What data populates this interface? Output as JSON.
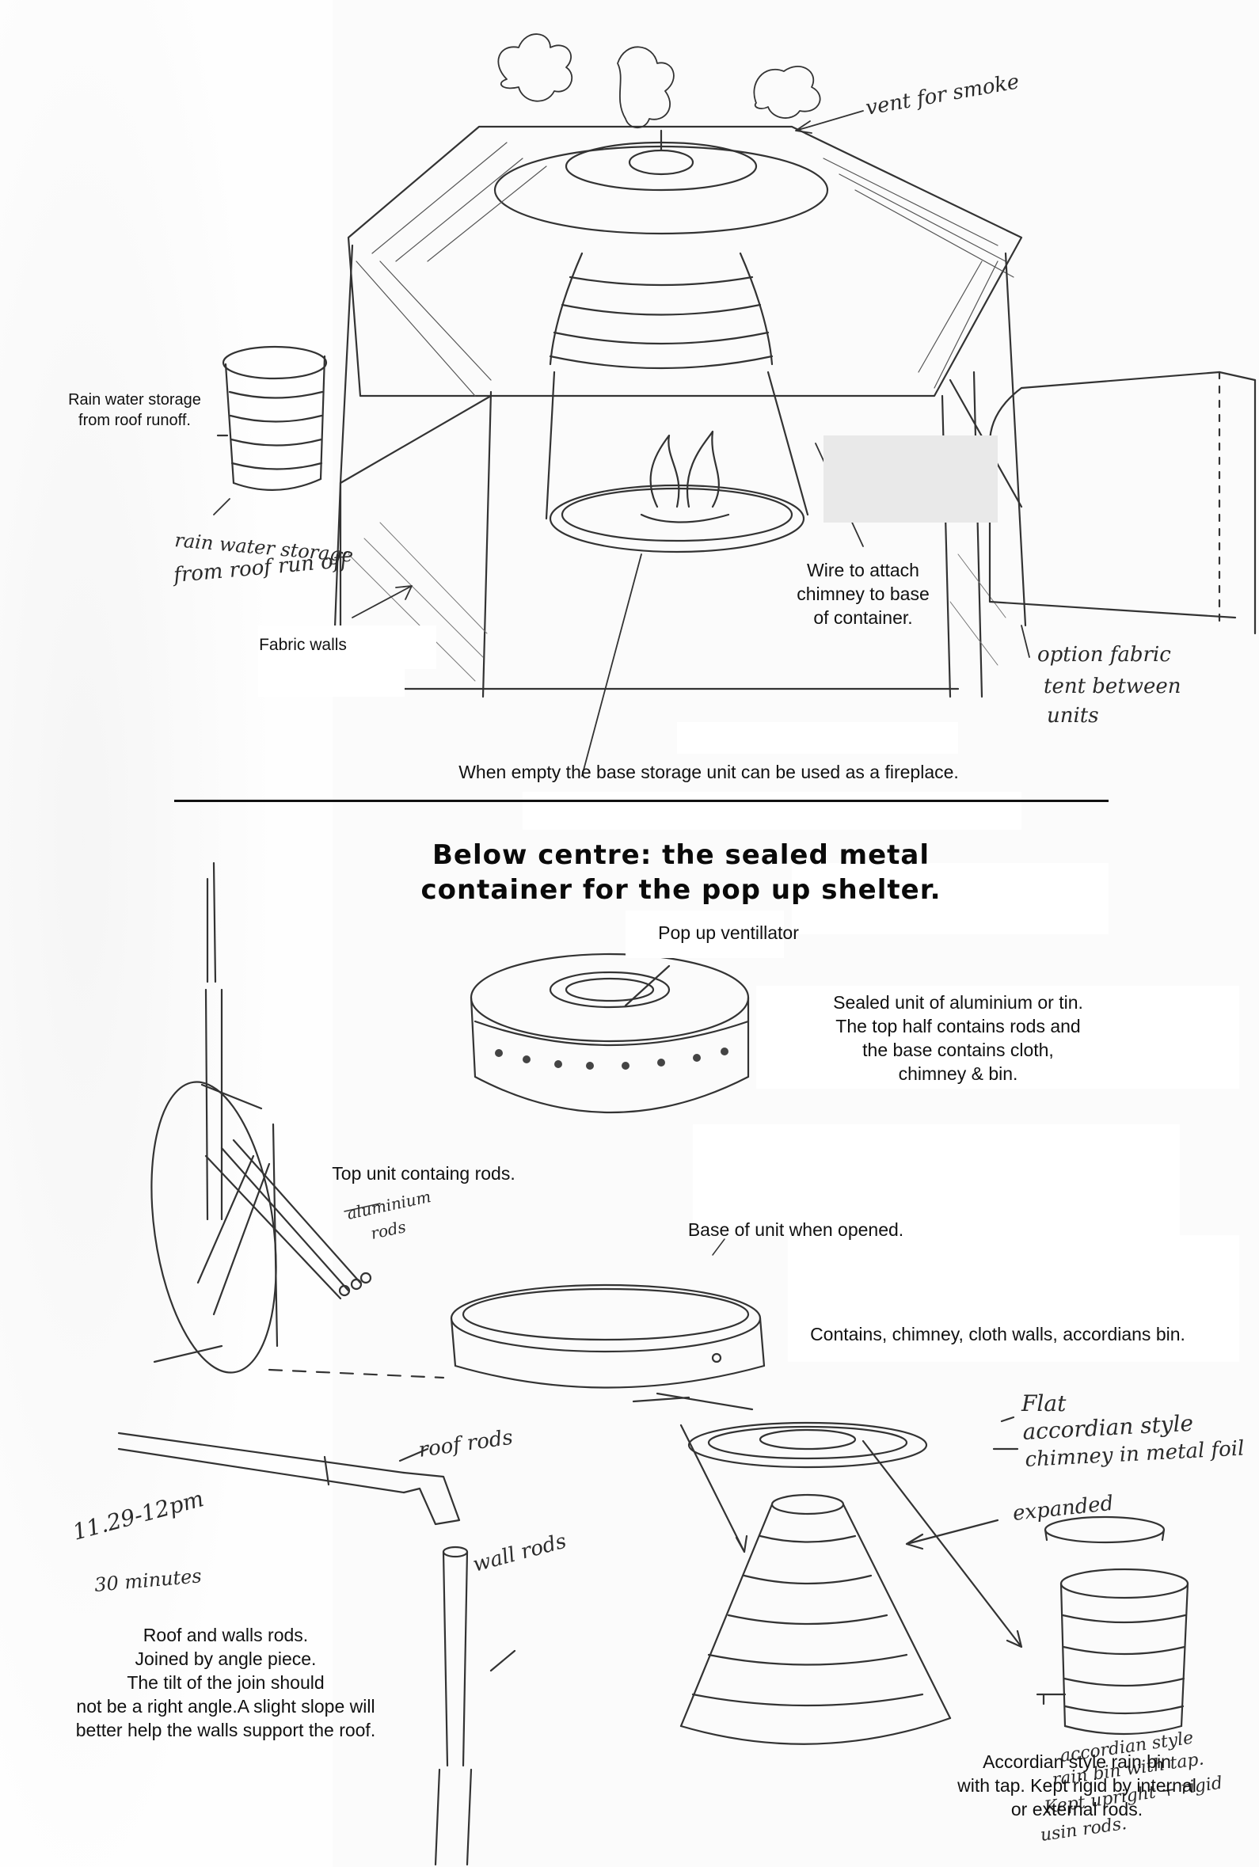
{
  "top": {
    "rain_storage_label": "Rain water storage\nfrom roof runoff.",
    "wire_label": "Wire to attach\nchimney to base\nof container.",
    "fabric_walls_label": "Fabric walls",
    "fireplace_label": "When empty the base storage unit can be used as a fireplace.",
    "handwritten": {
      "vent": "vent for smoke",
      "rain_water": "rain water storage",
      "from_roof": "from roof run off",
      "option_fabric_1": "option fabric",
      "option_fabric_2": "tent between",
      "option_fabric_3": "units"
    }
  },
  "section_title": "Below centre: the sealed metal\ncontainer for the pop up shelter.",
  "bottom": {
    "pop_up_ventilator_label": "Pop up ventillator",
    "sealed_unit_label": "Sealed unit of aluminium or tin.\nThe top half contains rods and\nthe base contains cloth,\nchimney & bin.",
    "top_unit_label": "Top unit containg rods.",
    "base_unit_label": "Base of unit when opened.",
    "contains_label": "Contains, chimney, cloth walls, accordians bin.",
    "rods_label": "Roof and walls rods.\nJoined by angle piece.\nThe tilt of the join should\nnot be a right angle.A slight slope will\nbetter help the walls support the roof.",
    "rain_bin_label": "Accordian style rain bin\nwith tap. Kept rigid by internal\nor external rods.",
    "handwritten": {
      "aluminium_1": "aluminium",
      "aluminium_2": "rods",
      "roof_rods": "roof rods",
      "wall_rods": "wall rods",
      "time_1": "11.29-12pm",
      "time_2": "30 minutes",
      "flat_1": "Flat",
      "flat_2": "accordian style",
      "flat_3": "chimney in metal foil",
      "expanded": "expanded",
      "bin_1": "accordian style",
      "bin_2": "rain bin with tap.",
      "bin_3": "Kept upright + rigid",
      "bin_4": "usin rods."
    }
  }
}
